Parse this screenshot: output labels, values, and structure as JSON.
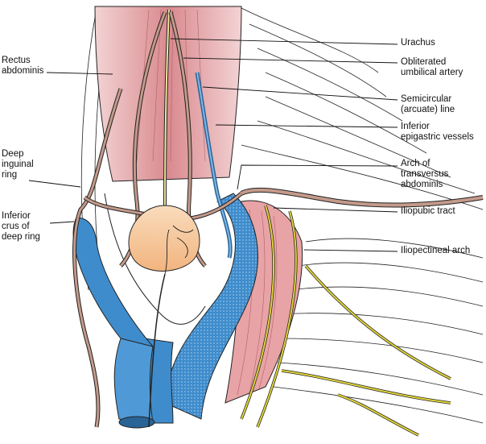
{
  "labels_right": [
    {
      "id": "urachus",
      "text": "Urachus"
    },
    {
      "id": "obliterated-umbilical-artery",
      "text": "Obliterated\numbilical artery"
    },
    {
      "id": "semicircular-line",
      "text": "Semicircular\n(arcuate) line"
    },
    {
      "id": "inferior-epigastric-vessels",
      "text": "Inferior\nepigastric vessels"
    },
    {
      "id": "arch-of-transversus",
      "text": "Arch of\ntransversus\nabdominis"
    },
    {
      "id": "iliopubic-tract",
      "text": "Iliopubic tract"
    },
    {
      "id": "iliopectineal-arch",
      "text": "Iliopectineal arch"
    }
  ],
  "labels_left": [
    {
      "id": "rectus-abdominis",
      "text": "Rectus\nabdominis"
    },
    {
      "id": "deep-inguinal-ring",
      "text": "Deep\ninguinal\nring"
    },
    {
      "id": "inferior-crus",
      "text": "Inferior\ncrus of\ndeep ring"
    }
  ],
  "colors": {
    "muscle": "#d98a8f",
    "muscle_dark": "#c7646c",
    "vein": "#3f8ccc",
    "vein_dark": "#2a6396",
    "bladder": "#f6c79a",
    "cord": "#c49a8a",
    "nerve": "#e0d43a",
    "line": "#222222"
  }
}
